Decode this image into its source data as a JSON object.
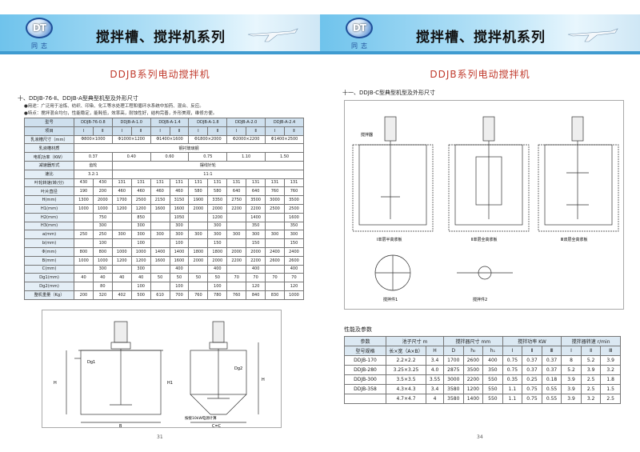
{
  "left": {
    "logo_text": "DT",
    "logo_sub": "同志",
    "header_title": "搅拌槽、搅拌机系列",
    "section_title": "DDJB系列电动搅拌机",
    "subheading": "十、DDJB-76-Ⅱ、DDJB-A型典型机型及外形尺寸",
    "note1": "●用途：广泛用于冶炼、纺织、印染、化工等水处理工程和循环水系统中加药、混合、反应。",
    "note2": "●特点：搅拌混合均匀，性能稳定，能耗低，效率高，耐蚀性好，结构完善，外形美观，维修方便。",
    "page_number": "31",
    "table": {
      "model_label": "型号",
      "item_label": "项目",
      "models": [
        "DDJB-76-0.8",
        "DDJB-A-1.0",
        "DDJB-A-1.4",
        "DDJB-A-1.8",
        "DDJB-A-2.0",
        "DDJB-A-2.4"
      ],
      "sub_i": "Ⅰ",
      "sub_ii": "Ⅱ",
      "rows": [
        {
          "label": "乳液槽尺寸（mm）",
          "cells": [
            "Φ800×1000",
            "Φ1000×1200",
            "Φ1400×1600",
            "Φ1800×2000",
            "Φ2000×2200",
            "Φ1400×2500"
          ]
        },
        {
          "label": "乳液槽材质",
          "cells": [
            "钢衬玻璃钢"
          ]
        },
        {
          "label": "电机功率（KW）",
          "cells": [
            "0.37",
            "0.40",
            "0.60",
            "0.75",
            "1.10",
            "1.50"
          ]
        },
        {
          "label": "减速器形式",
          "cells": [
            "齿轮",
            "摆线针轮"
          ]
        },
        {
          "label": "速比",
          "cells": [
            "3.2:1",
            "11:1"
          ]
        },
        {
          "label": "叶轮转速(转/分)",
          "cells": [
            "430",
            "430",
            "131",
            "131",
            "131",
            "131",
            "131",
            "131",
            "131",
            "131",
            "131",
            "131"
          ]
        },
        {
          "label": "叶片直径",
          "cells": [
            "190",
            "200",
            "460",
            "460",
            "460",
            "460",
            "580",
            "580",
            "640",
            "640",
            "760",
            "760"
          ]
        },
        {
          "label": "H(mm)",
          "cells": [
            "1300",
            "2000",
            "1700",
            "2500",
            "2150",
            "3150",
            "1900",
            "3350",
            "2750",
            "3500",
            "3000",
            "3500"
          ]
        },
        {
          "label": "H1(mm)",
          "cells": [
            "1000",
            "1000",
            "1200",
            "1200",
            "1600",
            "1600",
            "2000",
            "2000",
            "2200",
            "2200",
            "2500",
            "2500"
          ]
        },
        {
          "label": "H2(mm)",
          "cells": [
            "",
            "750",
            "",
            "850",
            "",
            "1050",
            "",
            "1200",
            "",
            "1400",
            "",
            "1600"
          ]
        },
        {
          "label": "H3(mm)",
          "cells": [
            "",
            "300",
            "",
            "300",
            "",
            "300",
            "",
            "300",
            "",
            "350",
            "",
            "350"
          ]
        },
        {
          "label": "a(mm)",
          "cells": [
            "250",
            "250",
            "300",
            "300",
            "300",
            "300",
            "300",
            "300",
            "300",
            "300",
            "300",
            "300"
          ]
        },
        {
          "label": "b(mm)",
          "cells": [
            "",
            "100",
            "",
            "100",
            "",
            "100",
            "",
            "150",
            "",
            "150",
            "",
            "150"
          ]
        },
        {
          "label": "Φ(mm)",
          "cells": [
            "800",
            "800",
            "1000",
            "1000",
            "1400",
            "1400",
            "1800",
            "1800",
            "2000",
            "2000",
            "2400",
            "2400"
          ]
        },
        {
          "label": "B(mm)",
          "cells": [
            "1000",
            "1000",
            "1200",
            "1200",
            "1600",
            "1600",
            "2000",
            "2000",
            "2200",
            "2200",
            "2600",
            "2600"
          ]
        },
        {
          "label": "C(mm)",
          "cells": [
            "",
            "300",
            "",
            "300",
            "",
            "400",
            "",
            "400",
            "",
            "400",
            "",
            "400"
          ]
        },
        {
          "label": "Dg1(mm)",
          "cells": [
            "40",
            "40",
            "40",
            "40",
            "50",
            "50",
            "50",
            "50",
            "70",
            "70",
            "70",
            "70"
          ]
        },
        {
          "label": "Dg2(mm)",
          "cells": [
            "",
            "80",
            "",
            "100",
            "",
            "100",
            "",
            "100",
            "",
            "120",
            "",
            "120"
          ]
        },
        {
          "label": "整机重量（Kg）",
          "cells": [
            "200",
            "320",
            "402",
            "500",
            "610",
            "700",
            "760",
            "780",
            "760",
            "840",
            "830",
            "1000"
          ]
        }
      ]
    },
    "drawing_labels": {
      "dg1": "Dg1",
      "dg2": "Dg2",
      "h": "H",
      "h1": "H1",
      "b": "B",
      "c": "C",
      "cc": "C=C",
      "note": "按接10kW电源计算"
    }
  },
  "right": {
    "logo_text": "DT",
    "logo_sub": "同志",
    "header_title": "搅拌槽、搅拌机系列",
    "section_title": "DDJB系列电动搅拌机",
    "subheading": "十一、DDJB-C型典型机型及外形尺寸",
    "page_number": "34",
    "drawing_captions": {
      "cap1": "Ⅰ单层半高浆板",
      "cap2": "Ⅱ单层全高浆板",
      "cap3": "Ⅲ双层全高浆板",
      "detail1": "搅拌件1",
      "detail2": "搅拌件2",
      "mixer_label": "搅拌器"
    },
    "perf_title": "性能及参数",
    "perf_table": {
      "h_param": "参数",
      "h_model": "型号规格",
      "h_pool": "池子尺寸 m",
      "h_mixer": "搅拌器尺寸 mm",
      "h_power": "搅拌功率 KW",
      "h_speed": "搅拌器转速 r/min",
      "h_lw": "长×宽（A×B）",
      "h_h": "H",
      "h_d": "D",
      "h_h0": "h₀",
      "h_h1": "h₁",
      "h_i": "Ⅰ",
      "h_ii": "Ⅱ",
      "h_iii": "Ⅲ",
      "rows": [
        {
          "model": "DDJB-170",
          "cells": [
            "2.2×2.2",
            "3.4",
            "1700",
            "2600",
            "400",
            "0.75",
            "0.37",
            "0.37",
            "8",
            "5.2",
            "3.9"
          ]
        },
        {
          "model": "DDJB-280",
          "cells": [
            "3.25×3.25",
            "4.0",
            "2875",
            "3500",
            "350",
            "0.75",
            "0.37",
            "0.37",
            "5.2",
            "3.9",
            "3.2"
          ]
        },
        {
          "model": "DDJB-300",
          "cells": [
            "3.5×3.5",
            "3.55",
            "3000",
            "2200",
            "550",
            "0.35",
            "0.25",
            "0.18",
            "3.9",
            "2.5",
            "1.8"
          ]
        },
        {
          "model": "DDJB-358",
          "cells": [
            "4.3×4.3",
            "3.4",
            "3580",
            "1200",
            "550",
            "1.1",
            "0.75",
            "0.55",
            "3.9",
            "2.5",
            "1.5"
          ]
        },
        {
          "model": "",
          "cells": [
            "4.7×4.7",
            "4",
            "3580",
            "1400",
            "550",
            "1.1",
            "0.75",
            "0.55",
            "3.9",
            "3.2",
            "2.5"
          ]
        }
      ]
    }
  },
  "colors": {
    "banner": "#6fc3ec",
    "accent": "#3f9bd0",
    "title_red": "#c0392b",
    "header_cell": "#cfe0ee"
  }
}
